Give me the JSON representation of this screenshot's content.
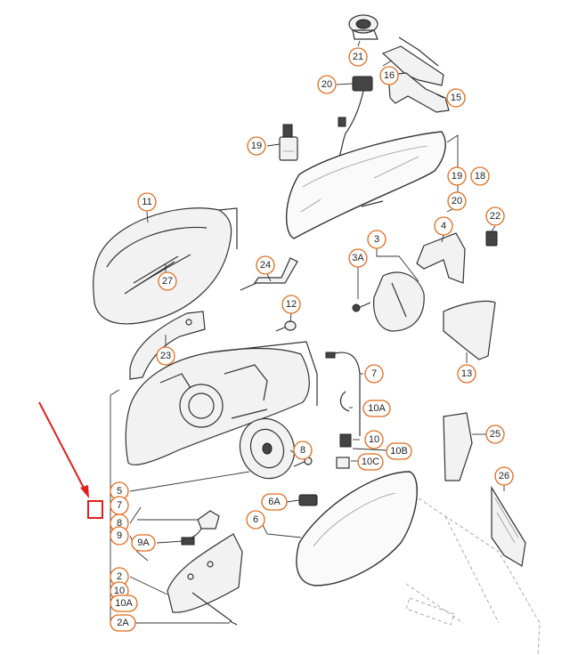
{
  "callouts": {
    "c21": "21",
    "c20a": "20",
    "c16": "16",
    "c15": "15",
    "c19a": "19",
    "c19b": "19",
    "c18": "18",
    "c20b": "20",
    "c11": "11",
    "c27": "27",
    "c24": "24",
    "c22": "22",
    "c4": "4",
    "c3": "3",
    "c3A": "3A",
    "c12": "12",
    "c23": "23",
    "c13": "13",
    "c7a": "7",
    "c10Aa": "10A",
    "c10a": "10",
    "c10B": "10B",
    "c10C": "10C",
    "c8a": "8",
    "c25": "25",
    "c26": "26",
    "c5": "5",
    "c7b": "7",
    "c8b": "8",
    "c9": "9",
    "c9A": "9A",
    "c6A": "6A",
    "c6": "6",
    "c2": "2",
    "c10b": "10",
    "c10Ab": "10A",
    "c2A": "2A"
  },
  "colors": {
    "callout_border": "#e06a1b",
    "arrow": "#e0201c",
    "line": "#333333"
  }
}
